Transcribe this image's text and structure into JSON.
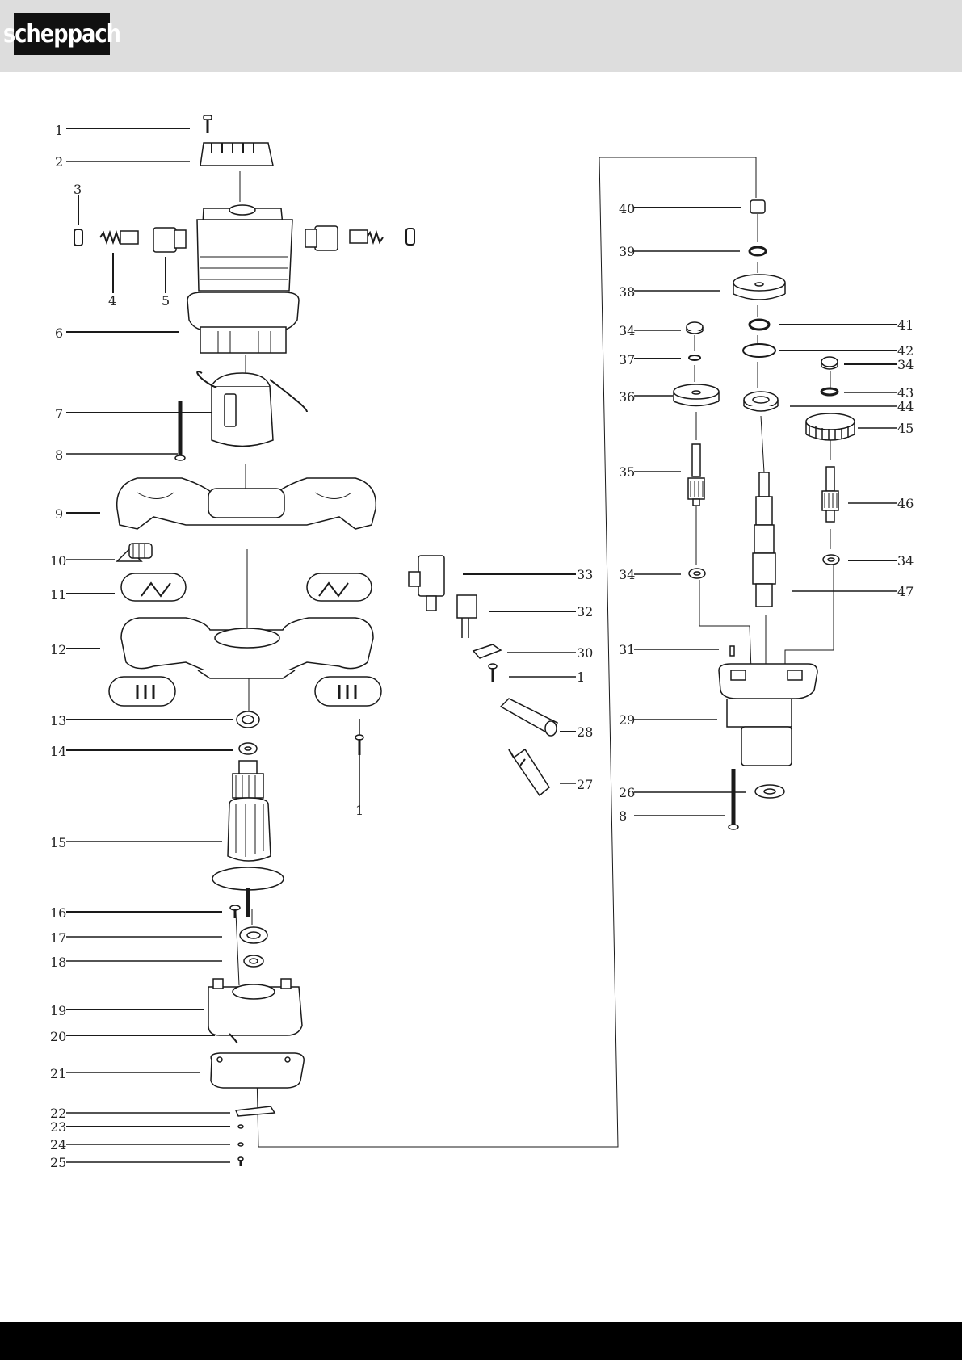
{
  "brand": {
    "logo_text": "scheppach"
  },
  "diagram": {
    "labels": [
      {
        "id": "l1",
        "text": "1"
      },
      {
        "id": "l2",
        "text": "2"
      },
      {
        "id": "l3",
        "text": "3"
      },
      {
        "id": "l4",
        "text": "4"
      },
      {
        "id": "l5",
        "text": "5"
      },
      {
        "id": "l6",
        "text": "6"
      },
      {
        "id": "l7",
        "text": "7"
      },
      {
        "id": "l8",
        "text": "8"
      },
      {
        "id": "l9",
        "text": "9"
      },
      {
        "id": "l10",
        "text": "10"
      },
      {
        "id": "l11",
        "text": "11"
      },
      {
        "id": "l12",
        "text": "12"
      },
      {
        "id": "l13",
        "text": "13"
      },
      {
        "id": "l14",
        "text": "14"
      },
      {
        "id": "l15",
        "text": "15"
      },
      {
        "id": "l16",
        "text": "16"
      },
      {
        "id": "l17",
        "text": "17"
      },
      {
        "id": "l18",
        "text": "18"
      },
      {
        "id": "l19",
        "text": "19"
      },
      {
        "id": "l20",
        "text": "20"
      },
      {
        "id": "l21",
        "text": "21"
      },
      {
        "id": "l22",
        "text": "22"
      },
      {
        "id": "l23",
        "text": "23"
      },
      {
        "id": "l24",
        "text": "24"
      },
      {
        "id": "l25",
        "text": "25"
      },
      {
        "id": "l1b",
        "text": "1"
      },
      {
        "id": "l33",
        "text": "33"
      },
      {
        "id": "l32",
        "text": "32"
      },
      {
        "id": "l30",
        "text": "30"
      },
      {
        "id": "l1c",
        "text": "1"
      },
      {
        "id": "l28",
        "text": "28"
      },
      {
        "id": "l27",
        "text": "27"
      },
      {
        "id": "l40",
        "text": "40"
      },
      {
        "id": "l39",
        "text": "39"
      },
      {
        "id": "l38",
        "text": "38"
      },
      {
        "id": "l34a",
        "text": "34"
      },
      {
        "id": "l37",
        "text": "37"
      },
      {
        "id": "l36",
        "text": "36"
      },
      {
        "id": "l35",
        "text": "35"
      },
      {
        "id": "l34b",
        "text": "34"
      },
      {
        "id": "l31",
        "text": "31"
      },
      {
        "id": "l29",
        "text": "29"
      },
      {
        "id": "l26",
        "text": "26"
      },
      {
        "id": "l8b",
        "text": "8"
      },
      {
        "id": "l41",
        "text": "41"
      },
      {
        "id": "l42",
        "text": "42"
      },
      {
        "id": "l34c",
        "text": "34"
      },
      {
        "id": "l43",
        "text": "43"
      },
      {
        "id": "l44",
        "text": "44"
      },
      {
        "id": "l45",
        "text": "45"
      },
      {
        "id": "l46",
        "text": "46"
      },
      {
        "id": "l34d",
        "text": "34"
      },
      {
        "id": "l47",
        "text": "47"
      }
    ]
  }
}
